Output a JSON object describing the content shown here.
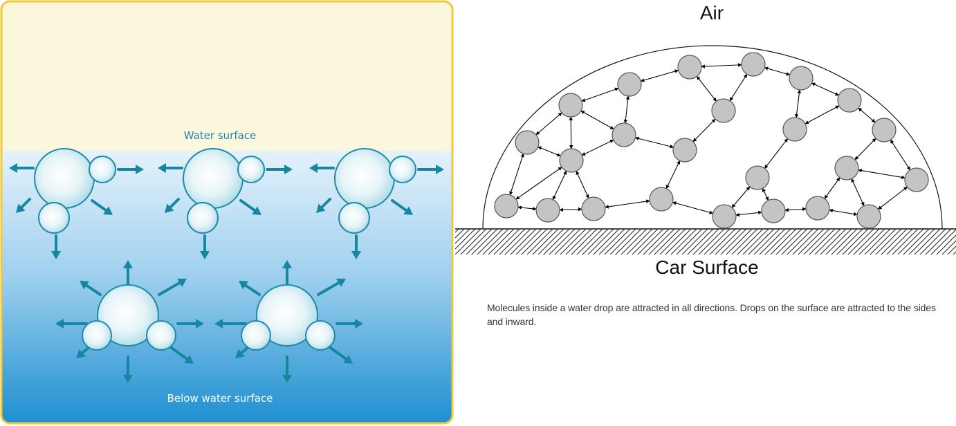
{
  "left_panel": {
    "water_surface_label": "Water surface",
    "below_surface_label": "Below water surface",
    "colors": {
      "air": "#fbf7dc",
      "water_top": "#e2f1fb",
      "water_bottom": "#1e90cf",
      "border": "#f0c83c",
      "molecule_outline": "#1f89a8",
      "arrow": "#1786a0"
    }
  },
  "right_panel": {
    "air_label": "Air",
    "surface_label": "Car Surface",
    "caption": "Molecules inside a water drop are attracted in all directions. Drops on the surface are attracted to the sides and inward.",
    "colors": {
      "molecule_fill": "#c4c4c4",
      "molecule_outline": "#555555",
      "arrow": "#000000",
      "hatch": "#222222"
    }
  }
}
